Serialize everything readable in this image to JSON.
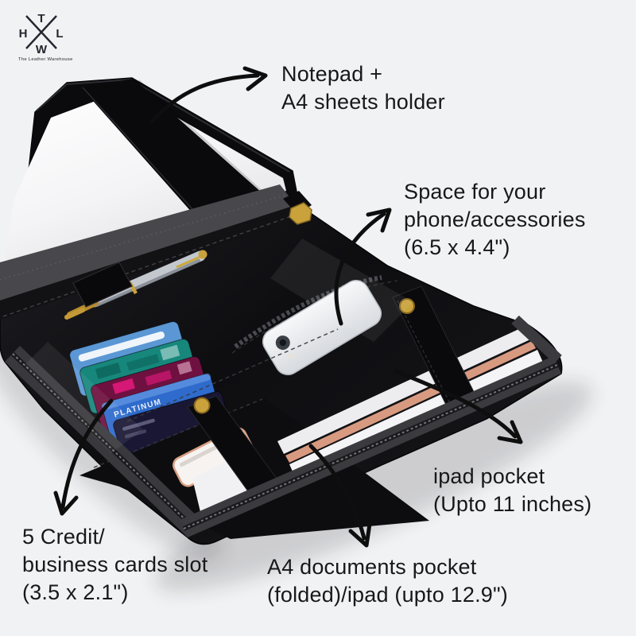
{
  "page": {
    "background": "#f1f2f4"
  },
  "logo": {
    "letter_top": "T",
    "letter_left": "H",
    "letter_right": "L",
    "letter_bottom": "W",
    "tagline": "The Leather Warehouse",
    "color": "#26242e"
  },
  "annotations": {
    "notepad": {
      "line1": "Notepad +",
      "line2": "A4 sheets holder"
    },
    "phone": {
      "line1": "Space for your",
      "line2": "phone/accessories",
      "line3": "(6.5 x 4.4\")"
    },
    "ipad": {
      "line1": "ipad pocket",
      "line2": "(Upto 11 inches)"
    },
    "cards": {
      "line1": "5 Credit/",
      "line2": "business cards slot",
      "line3": "(3.5 x 2.1\")"
    },
    "a4_docs": {
      "line1": "A4 documents pocket",
      "line2": "(folded)/ipad (upto 12.9\")"
    }
  },
  "product": {
    "description": "black leather portfolio organizer with notepad, pen, cards, phone and ipad pockets",
    "card_label_platinum": "PLATINUM",
    "colors": {
      "leather": "#0e0e11",
      "felt": "#3b3b3f",
      "paper": "#f7f7f9",
      "gold": "#c9a23c",
      "card_blue": "#5b97d4",
      "card_teal": "#17877c",
      "card_magenta": "#6f1140",
      "card_platinum_blue": "#2e6bcc",
      "card_navy": "#191733",
      "mastercard_orange": "#f25f19",
      "mastercard_yellow": "#f6a21f",
      "ipad_rose": "#d79a80",
      "annotation_text": "#18181a"
    }
  }
}
